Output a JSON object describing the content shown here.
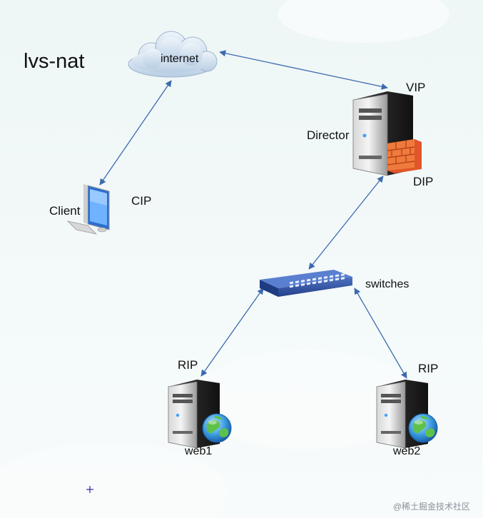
{
  "title": "lvs-nat",
  "nodes": {
    "internet": "internet",
    "director": "Director",
    "client": "Client",
    "switch": "switches",
    "web1": "web1",
    "web2": "web2"
  },
  "ip_labels": {
    "vip": "VIP",
    "dip": "DIP",
    "cip": "CIP",
    "rip1": "RIP",
    "rip2": "RIP"
  },
  "watermark": "@稀土掘金技术社区",
  "icons": [
    "cloud-icon",
    "server-icon",
    "firewall-icon",
    "desktop-computer-icon",
    "network-switch-icon",
    "globe-icon"
  ],
  "colors": {
    "arrow": "#3a6ab0",
    "switch": "#2e4f9c",
    "firewall": "#e0562a",
    "server": "#2b2b2b"
  }
}
